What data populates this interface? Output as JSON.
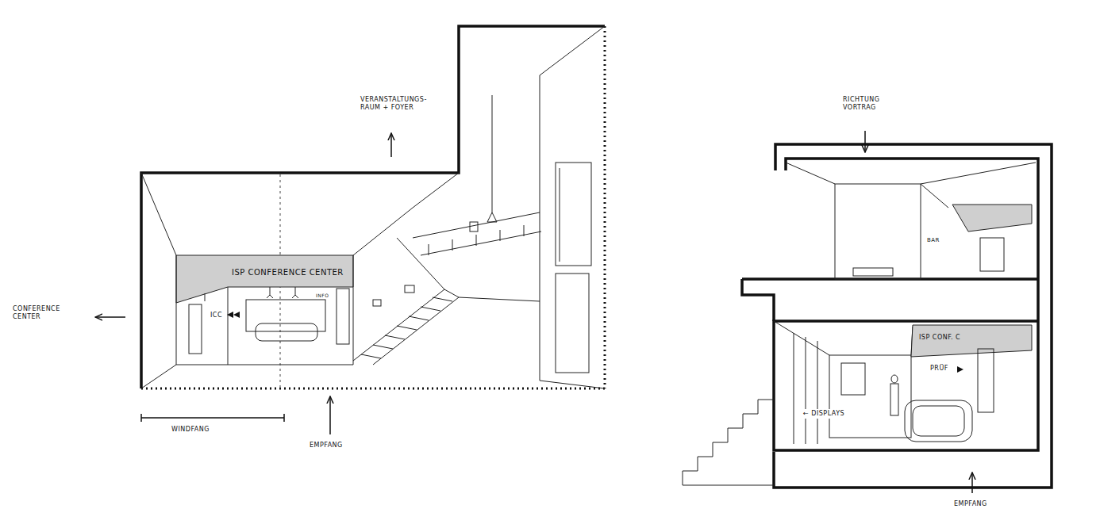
{
  "diagram": {
    "labels": [
      "VERANSTALTUNGS- RAUM + FOYER",
      "CONFERENCE CENTER",
      "ISP CONFERENCE CENTER",
      "ICC",
      "INFO",
      "WINDFANG",
      "EMPFANG",
      "RICHTUNG VORTRAG",
      "BAR",
      "ISP CONF. C",
      "PRÜF",
      "← DISPLAYS",
      "EMPFANG"
    ]
  }
}
